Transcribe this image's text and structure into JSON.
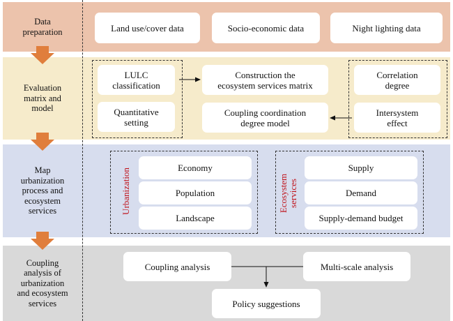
{
  "colors": {
    "band1": "#ecc3ac",
    "band2": "#f6ebcb",
    "band3": "#d7ddee",
    "band4": "#d9d9d9",
    "stage_arrow": "#e07e3c",
    "vertical_label": "#c0141c"
  },
  "stages": [
    {
      "label": "Data\npreparation"
    },
    {
      "label": "Evaluation\nmatrix and\nmodel"
    },
    {
      "label": "Map\nurbanization\nprocess and\necosystem\nservices"
    },
    {
      "label": "Coupling\nanalysis of\nurbanization\nand ecosystem\nservices"
    }
  ],
  "data_preparation": {
    "land_use": "Land use/cover data",
    "socio_economic": "Socio-economic data",
    "night_lighting": "Night lighting data"
  },
  "evaluation": {
    "lulc": "LULC\nclassification",
    "quantitative": "Quantitative\nsetting",
    "matrix": "Construction the\necosystem services matrix",
    "coupling_model": "Coupling coordination\ndegree model",
    "correlation": "Correlation\ndegree",
    "intersystem": "Intersystem\neffect"
  },
  "mapping": {
    "urbanization_title": "Urbanization",
    "urbanization_items": [
      "Economy",
      "Population",
      "Landscape"
    ],
    "ecosystem_title": "Ecosystem\nservices",
    "ecosystem_items": [
      "Supply",
      "Demand",
      "Supply-demand budget"
    ]
  },
  "coupling": {
    "coupling_analysis": "Coupling analysis",
    "multi_scale": "Multi-scale analysis",
    "policy": "Policy suggestions"
  }
}
